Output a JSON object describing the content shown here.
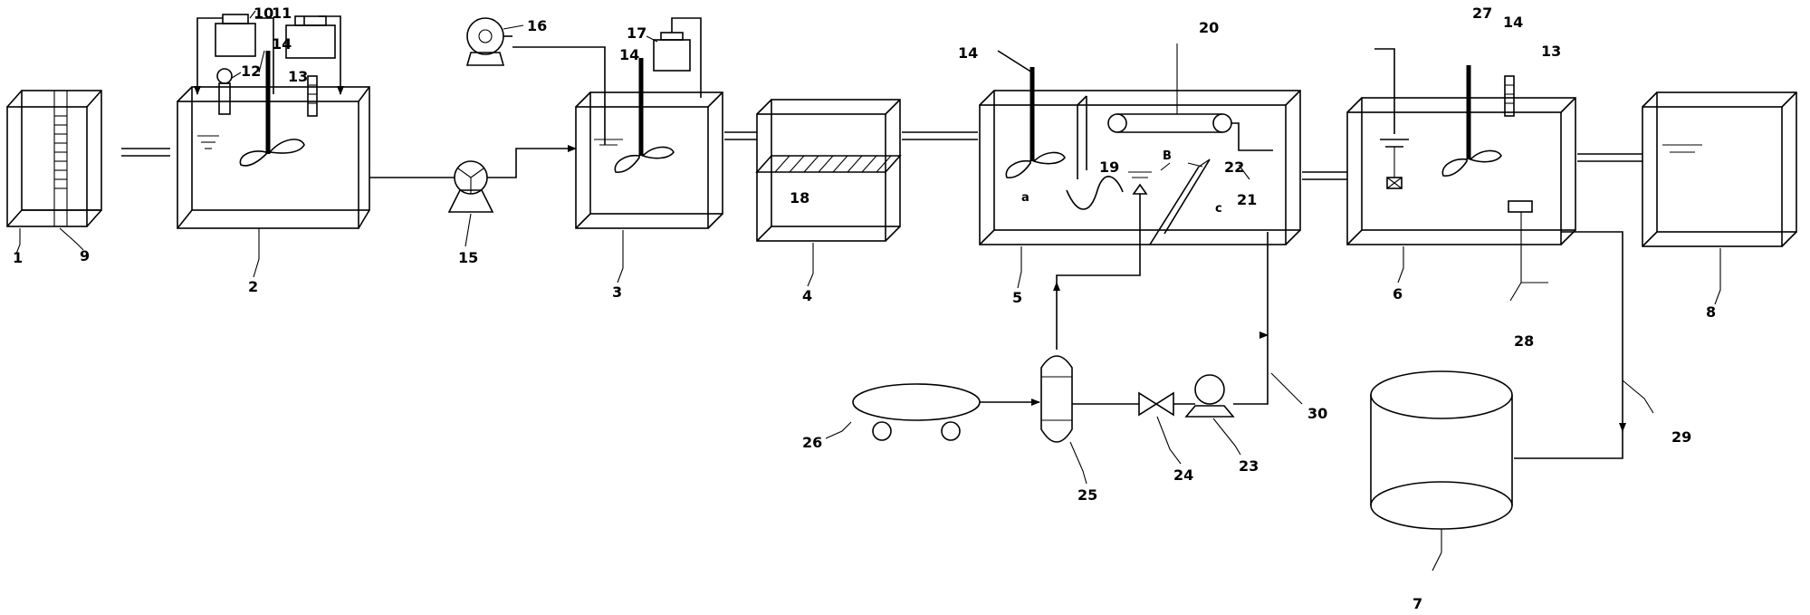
{
  "labels": {
    "l1": "1",
    "l2": "2",
    "l3": "3",
    "l4": "4",
    "l5": "5",
    "l6": "6",
    "l7": "7",
    "l8": "8",
    "l9": "9",
    "l10": "10",
    "l11": "11",
    "l12": "12",
    "l13a": "13",
    "l13b": "13",
    "l14a": "14",
    "l14b": "14",
    "l14c": "14",
    "l14d": "14",
    "l15": "15",
    "l16": "16",
    "l17": "17",
    "l18": "18",
    "l19": "19",
    "l20": "20",
    "l21": "21",
    "l22": "22",
    "l23": "23",
    "l24": "24",
    "l25": "25",
    "l26": "26",
    "l27": "27",
    "l28": "28",
    "l29": "29",
    "l30": "30",
    "zone_a": "a",
    "zone_b": "B",
    "zone_c": "c"
  }
}
